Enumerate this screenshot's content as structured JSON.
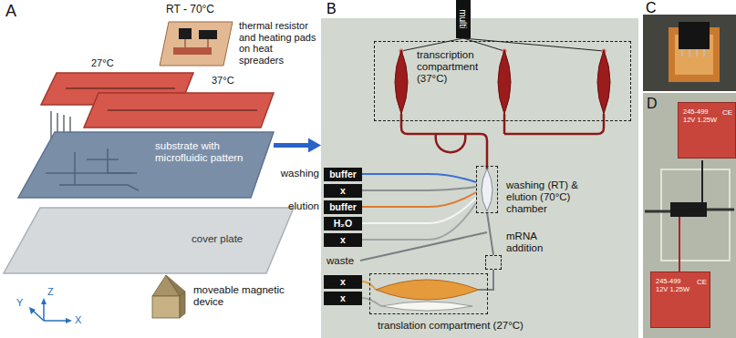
{
  "diagram": {
    "nodes": [
      {
        "text": [
          "substrate with microfluidic pattern"
        ]
      },
      {
        "text": [
          "cover plate"
        ]
      },
      {
        "text": [
          "B"
        ]
      },
      {
        "text": [
          "multi"
        ]
      },
      {
        "text": [
          "transcription compartment (37°C)"
        ],
        "in": 2
      },
      {
        "text": [
          "washing (RT) & elution (70°C) chamber"
        ],
        "in": 2
      },
      {
        "text": [
          "mRNA addition"
        ],
        "in": 2
      },
      {
        "text": [
          "translation compartment (27°C)"
        ],
        "in": 2
      },
      {
        "text": [
          "buffer"
        ]
      },
      {
        "text": [
          "x"
        ]
      },
      {
        "text": [
          "buffer"
        ]
      },
      {
        "text": [
          "H₂O"
        ]
      },
      {
        "text": [
          "x"
        ]
      },
      {
        "text": [
          "x"
        ]
      },
      {
        "text": [
          "x"
        ]
      },
      {
        "text": [
          "C"
        ]
      },
      {
        "text": [
          "D"
        ]
      },
      {
        "text": [
          "245-499 12V 1.25W",
          "CE"
        ],
        "in": 16
      },
      {
        "text": [
          "245-499 12V 1.25W",
          "CE"
        ],
        "in": 16
      }
    ],
    "edges": [
      {
        "from": 0,
        "to": 2,
        "arrow": "to"
      }
    ],
    "labels": [
      "A",
      "RT - 70°C",
      "thermal resistor and heating pads on heat spreaders",
      "27°C",
      "37°C",
      "moveable magnetic device",
      "Z",
      "Y",
      "X",
      "washing",
      "elution",
      "waste"
    ]
  }
}
